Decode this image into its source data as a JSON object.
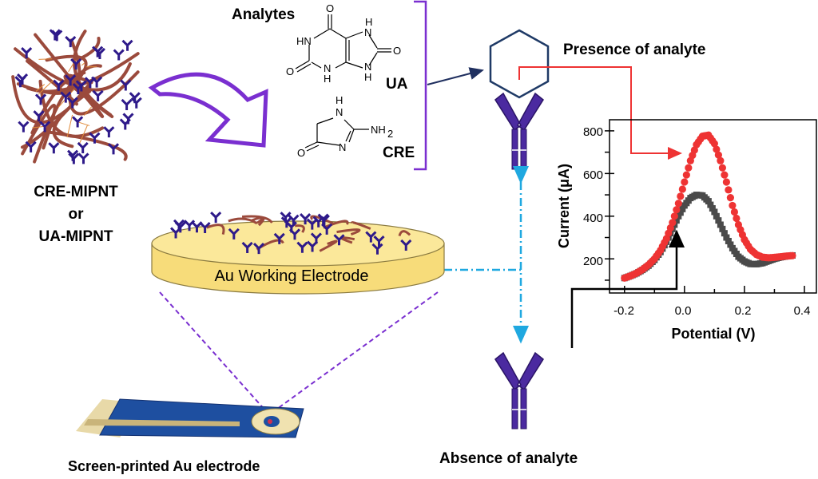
{
  "labels": {
    "analytes": "Analytes",
    "ua": "UA",
    "cre": "CRE",
    "presence": "Presence of analyte",
    "absence": "Absence of analyte",
    "mipnt_line1": "CRE-MIPNT",
    "mipnt_line2": "or",
    "mipnt_line3": "UA-MIPNT",
    "electrode": "Au Working Electrode",
    "screen_printed": "Screen-printed Au electrode"
  },
  "chem": {
    "ua_atoms": [
      "O",
      "HN",
      "H",
      "N",
      "O",
      "O",
      "N",
      "H",
      "N",
      "H"
    ],
    "cre_atoms": [
      "H",
      "N",
      "NH",
      "2",
      "O",
      "N"
    ]
  },
  "colors": {
    "purple": "#7a2fd0",
    "antibody": "#3b1f8c",
    "fiber": "#9b4a3c",
    "red": "#ee3333",
    "grey_series": "#4a4a4a",
    "dashdot": "#1fa8e0",
    "electrode_gold": "#f7dc7a",
    "hexagon": "#1f3a66"
  },
  "chart_data": {
    "type": "scatter",
    "xlabel": "Potential (V)",
    "ylabel": "Current (μA)",
    "xlim": [
      -0.25,
      0.44
    ],
    "ylim": [
      40,
      852
    ],
    "xticks": [
      "-0.2",
      "0.0",
      "0.2",
      "0.4"
    ],
    "xtick_values": [
      -0.2,
      0.0,
      0.2,
      0.4
    ],
    "yticks": [
      "200",
      "400",
      "600",
      "800"
    ],
    "ytick_values": [
      200,
      400,
      600,
      800
    ],
    "grid": false,
    "x": [
      -0.2,
      -0.18,
      -0.16,
      -0.14,
      -0.12,
      -0.1,
      -0.08,
      -0.06,
      -0.04,
      -0.02,
      0,
      0.02,
      0.04,
      0.06,
      0.08,
      0.1,
      0.12,
      0.14,
      0.16,
      0.18,
      0.2,
      0.22,
      0.24,
      0.26,
      0.28,
      0.3,
      0.32,
      0.34,
      0.36
    ],
    "series": [
      {
        "marker": "square",
        "color": "#4a4a4a",
        "values": [
          110,
          120,
          132,
          148,
          168,
          195,
          232,
          280,
          340,
          400,
          450,
          485,
          500,
          497,
          470,
          420,
          360,
          300,
          250,
          210,
          188,
          176,
          175,
          180,
          190,
          200,
          207,
          212,
          216
        ]
      },
      {
        "marker": "circle",
        "color": "#ee3333",
        "values": [
          110,
          120,
          133,
          150,
          172,
          200,
          240,
          295,
          370,
          460,
          560,
          660,
          735,
          775,
          780,
          740,
          660,
          560,
          450,
          360,
          290,
          245,
          220,
          208,
          205,
          207,
          210,
          213,
          215
        ]
      }
    ]
  }
}
